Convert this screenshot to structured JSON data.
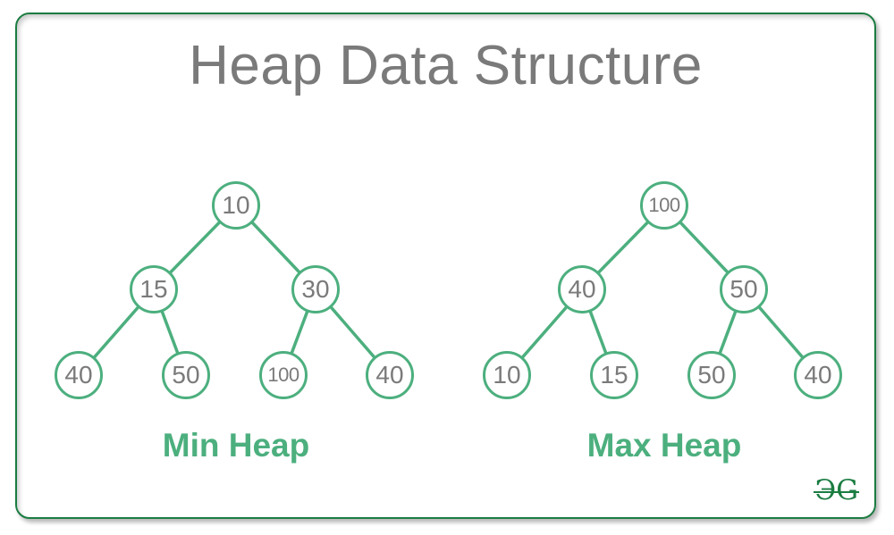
{
  "title": "Heap Data Structure",
  "trees": [
    {
      "label": "Min Heap",
      "nodes": [
        "10",
        "15",
        "30",
        "40",
        "50",
        "100",
        "40"
      ]
    },
    {
      "label": "Max Heap",
      "nodes": [
        "100",
        "40",
        "50",
        "10",
        "15",
        "50",
        "40"
      ]
    }
  ],
  "logo": {
    "text": "ЭG"
  },
  "colors": {
    "node_green": "#4caf7e",
    "brand_green": "#1b7c41",
    "text_gray": "#7a7a7a"
  }
}
